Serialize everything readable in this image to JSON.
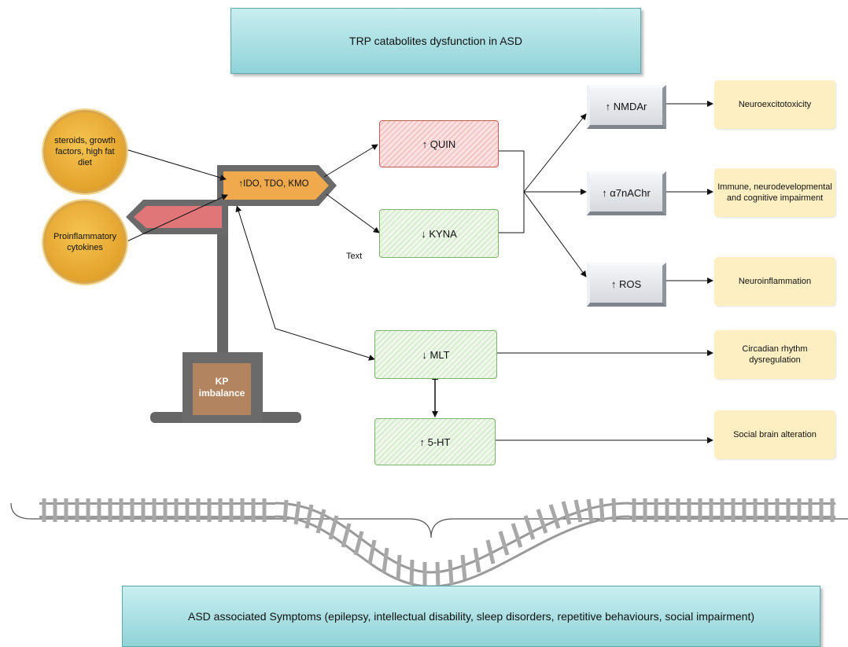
{
  "title": "TRP catabolites dysfunction in ASD",
  "footer": "ASD associated Symptoms (epilepsy, intellectual disability, sleep disorders, repetitive behaviours, social impairment)",
  "signpost": {
    "enzyme_label": "↑IDO, TDO, KMO",
    "base_label_line1": "KP",
    "base_label_line2": "imbalance"
  },
  "inputs": {
    "circle1": "steroids, growth factors, high fat diet",
    "circle2": "Proinflammatory cytokines"
  },
  "metabolites": {
    "quin": "↑ QUIN",
    "kyna": "↓ KYNA",
    "mlt": "↓ MLT",
    "ht": "↑ 5-HT"
  },
  "receptors": {
    "nmdar": "↑ NMDAr",
    "a7nachr": "↑ α7nAChr",
    "ros": "↑ ROS"
  },
  "outcomes": {
    "neuroexcitotoxicity": "Neuroexcitotoxicity",
    "immune": "Immune, neurodevelopmental and cognitive impairment",
    "neuroinflammation": "Neuroinflammation",
    "circadian": "Circadian rhythm dysregulation",
    "social": "Social brain alteration"
  },
  "stray_text": "Text"
}
